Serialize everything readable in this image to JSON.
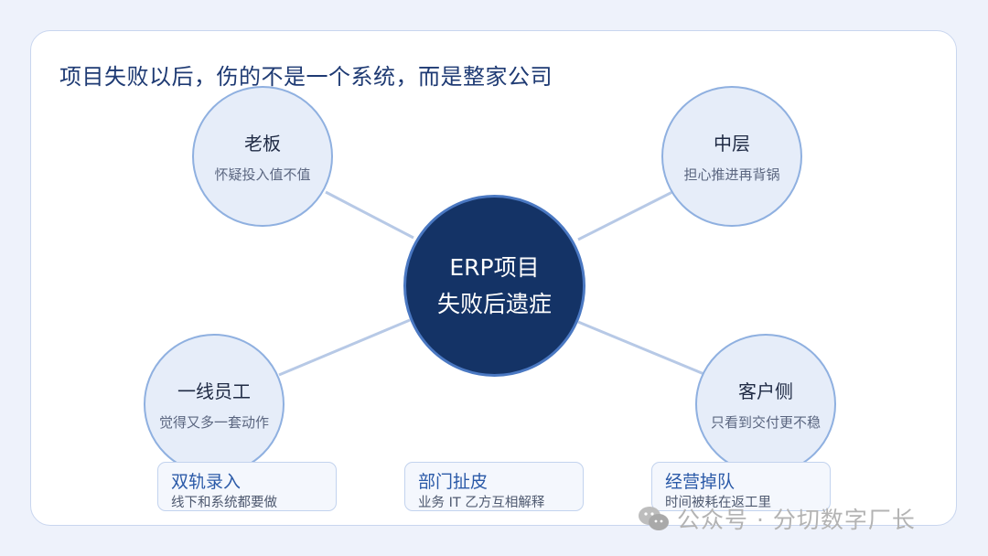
{
  "title": "项目失败以后，伤的不是一个系统，而是整家公司",
  "center": {
    "line1": "ERP项目",
    "line2": "失败后遗症"
  },
  "nodes": {
    "boss": {
      "name": "老板",
      "desc": "怀疑投入值不值"
    },
    "middle": {
      "name": "中层",
      "desc": "担心推进再背锅"
    },
    "staff": {
      "name": "一线员工",
      "desc": "觉得又多一套动作"
    },
    "customer": {
      "name": "客户侧",
      "desc": "只看到交付更不稳"
    }
  },
  "boxes": {
    "dual_entry": {
      "title": "双轨录入",
      "desc": "线下和系统都要做"
    },
    "dept_blame": {
      "title": "部门扯皮",
      "desc": "业务 IT 乙方互相解释"
    },
    "ops_lag": {
      "title": "经营掉队",
      "desc": "时间被耗在返工里"
    }
  },
  "watermark": {
    "text": "公众号 · 分切数字厂长"
  },
  "colors": {
    "center_fill": "#143366",
    "node_fill": "#e6edf9",
    "node_border": "#8fb0e0",
    "connector": "#b7c9e6",
    "title_text": "#1e3a73",
    "box_title": "#2b5aa8"
  }
}
